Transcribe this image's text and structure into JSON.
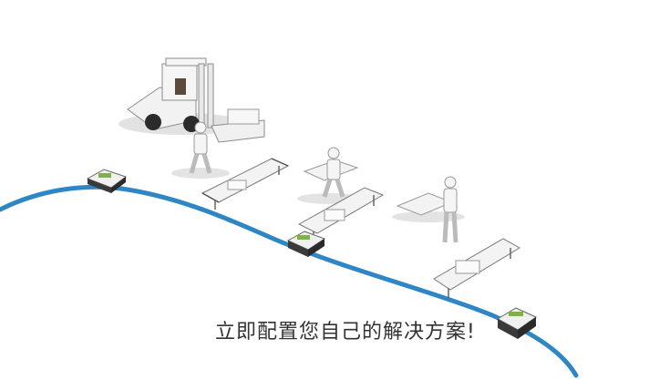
{
  "hero": {
    "cta_text": "立即配置您自己的解决方案!"
  },
  "colors": {
    "track": "#2f86c5",
    "equipment": "#f2f2f2",
    "equipment_stroke": "#8c8c8c",
    "shadow": "#dcdcdc",
    "agv_body": "#3a3a3a",
    "agv_accent": "#7fb04f",
    "text": "#333333"
  },
  "scene_items": [
    "forklift-with-pallet",
    "worker-walking",
    "worker-carrying-box",
    "worker-standing",
    "roller-conveyor",
    "agv-shuttle"
  ]
}
